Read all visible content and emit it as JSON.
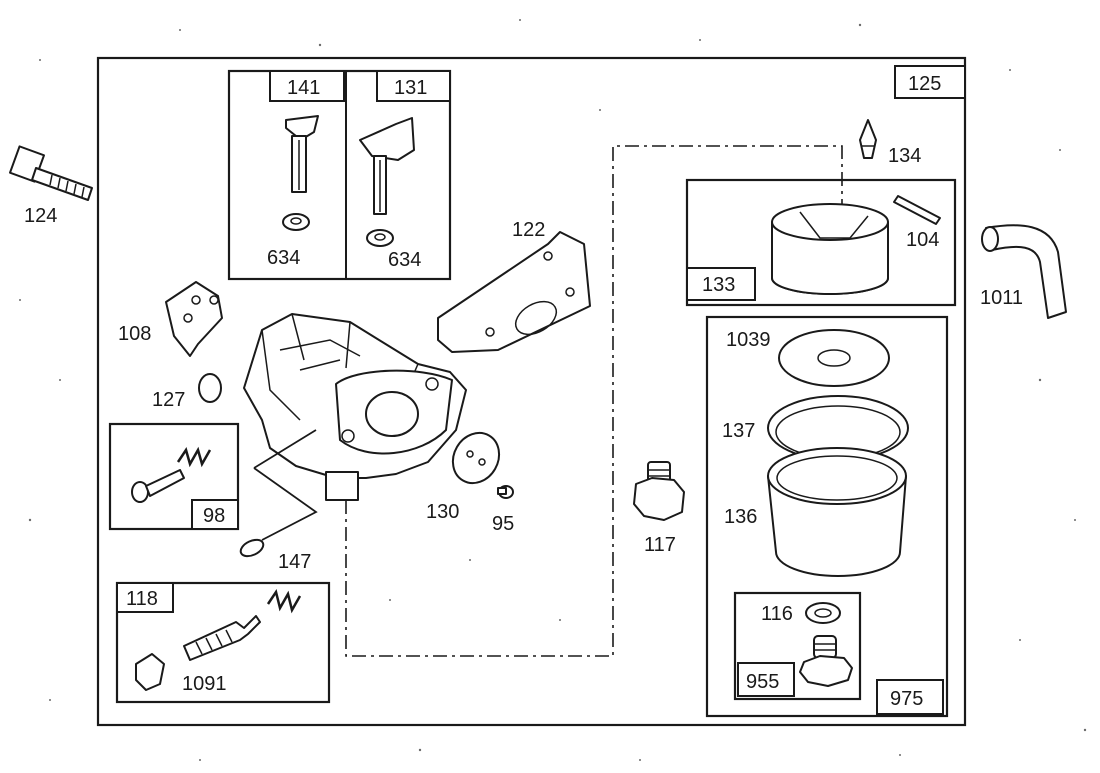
{
  "labels": {
    "main_kit": "125",
    "throttle_shaft": "141",
    "choke_shaft": "131",
    "seal_left": "634",
    "seal_right": "634",
    "screw_left": "124",
    "spacer": "122",
    "needle": "134",
    "float": "133",
    "float_pin": "104",
    "fuel_line": "1011",
    "plate": "108",
    "ring": "127",
    "idle_kit": "98",
    "link": "147",
    "throttle_plate": "130",
    "screw_small": "95",
    "main_jet": "117",
    "gasket_top": "1039",
    "bowl_oring": "137",
    "bowl": "136",
    "washer": "116",
    "bowl_nut": "955",
    "bowl_kit": "975",
    "mixture_kit": "118",
    "mixture_screw": "1091"
  },
  "colors": {
    "ink": "#1a1a1a",
    "paper": "#ffffff"
  }
}
